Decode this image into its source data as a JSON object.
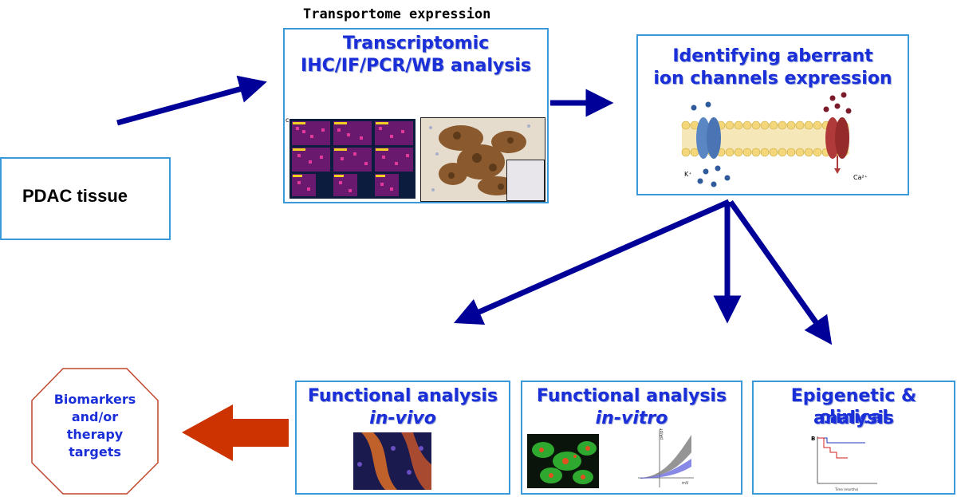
{
  "diagram": {
    "header_label": "Transportome expression",
    "pdac": {
      "label": "PDAC tissue"
    },
    "transcriptomic": {
      "line1": "Transcriptomic",
      "line2": "IHC/IF/PCR/WB analysis",
      "panel_letter": "c"
    },
    "aberrant": {
      "line1": "Identifying aberrant",
      "line2": "ion channels expression",
      "ion_k": "K⁺",
      "ion_ca": "Ca²⁺"
    },
    "invivo": {
      "line1": "Functional analysis",
      "line2": "in-vivo"
    },
    "invitro": {
      "line1": "Functional analysis",
      "line2": "in-vitro",
      "ylabel": "pA/pF",
      "xlabel": "mV"
    },
    "epigenetic": {
      "line1": "Epigenetic & clinical",
      "line2": "analysis",
      "panel_letter": "B",
      "xlabel": "Time (months)"
    },
    "biomarkers": {
      "line1": "Biomarkers",
      "line2": "and/or",
      "line3": "therapy",
      "line4": "targets"
    }
  },
  "colors": {
    "arrow": "#000099",
    "big_arrow": "#cc3300",
    "box_border": "#3a9ad9",
    "title_text": "#1a2fd8",
    "octagon_border": "#c0452a"
  }
}
